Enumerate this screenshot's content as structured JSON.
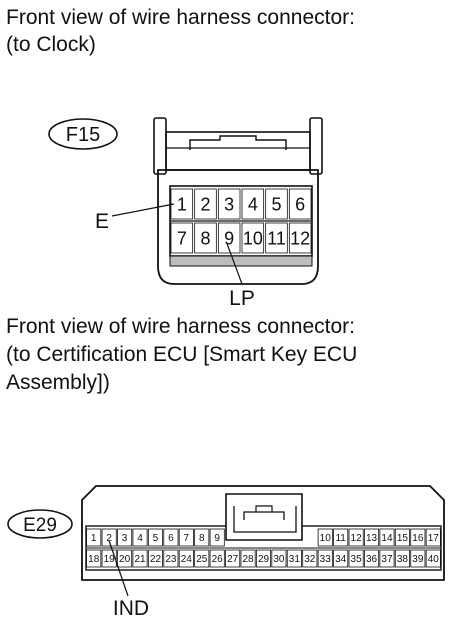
{
  "captions": {
    "f15_line1": "Front view of wire harness connector:",
    "f15_line2": "(to Clock)",
    "e29_line1": "Front view of wire harness connector:",
    "e29_line2": "(to Certification ECU [Smart Key ECU",
    "e29_line3": "Assembly])"
  },
  "f15": {
    "label": "F15",
    "row1": [
      "1",
      "2",
      "3",
      "4",
      "5",
      "6"
    ],
    "row2": [
      "7",
      "8",
      "9",
      "10",
      "11",
      "12"
    ],
    "callouts": [
      {
        "text": "E",
        "pin": "1"
      },
      {
        "text": "LP",
        "pin": "9"
      }
    ]
  },
  "e29": {
    "label": "E29",
    "row1_left": [
      "1",
      "2",
      "3",
      "4",
      "5",
      "6",
      "7",
      "8",
      "9"
    ],
    "row1_right": [
      "10",
      "11",
      "12",
      "13",
      "14",
      "15",
      "16",
      "17"
    ],
    "row2": [
      "18",
      "19",
      "20",
      "21",
      "22",
      "23",
      "24",
      "25",
      "26",
      "27",
      "28",
      "29",
      "30",
      "31",
      "32",
      "33",
      "34",
      "35",
      "36",
      "37",
      "38",
      "39",
      "40"
    ],
    "callouts": [
      {
        "text": "IND",
        "pin": "2"
      }
    ]
  }
}
